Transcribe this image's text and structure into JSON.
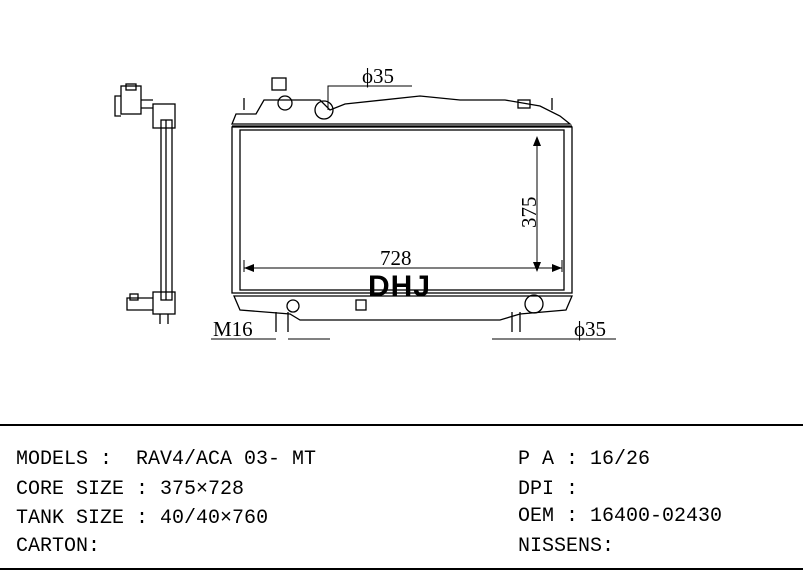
{
  "drawing": {
    "dimension_tank_top_outlet": "ϕ35",
    "dimension_core_height": "375",
    "dimension_core_width": "728",
    "dimension_thread": "M16",
    "dimension_tank_bottom_outlet": "ϕ35"
  },
  "brand_mark": "DHJ",
  "specs": {
    "models_label": "MODELS :",
    "models_value": "RAV4/ACA 03- MT",
    "core_label": "CORE SIZE :",
    "core_value": "375×728",
    "tank_label": "TANK SIZE :",
    "tank_value": "40/40×760",
    "carton_label": "CARTON:",
    "pa_label": "P A :",
    "pa_value": "16/26",
    "dpi_label": "DPI :",
    "oem_label": "OEM :",
    "oem_value": "16400-02430",
    "nissens_label": "NISSENS:"
  }
}
